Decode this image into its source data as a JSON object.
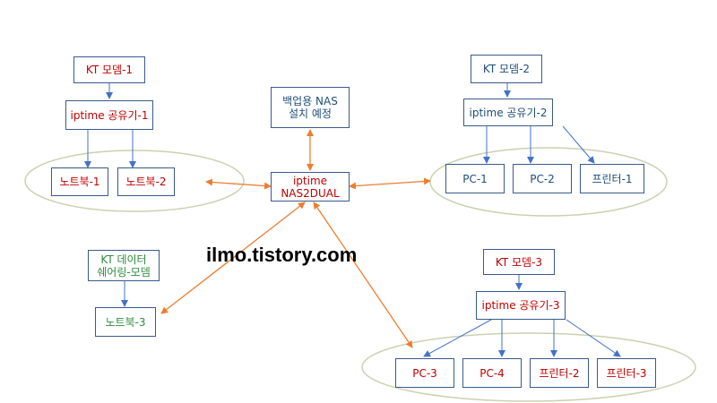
{
  "nodes": {
    "kt_modem_1": "KT 모뎀-1",
    "iptime_router_1": "iptime 공유기-1",
    "laptop_1": "노트북-1",
    "laptop_2": "노트북-2",
    "backup_nas": "백업용 NAS\n설치 예정",
    "nas": "iptime\nNAS2DUAL",
    "kt_modem_2": "KT 모뎀-2",
    "iptime_router_2": "iptime 공유기-2",
    "pc_1": "PC-1",
    "pc_2": "PC-2",
    "printer_1": "프린터-1",
    "kt_data_modem": "KT 데이터\n쉐어링-모뎀",
    "laptop_3": "노트북-3",
    "kt_modem_3": "KT 모뎀-3",
    "iptime_router_3": "iptime 공유기-3",
    "pc_3": "PC-3",
    "pc_4": "PC-4",
    "printer_2": "프린터-2",
    "printer_3": "프린터-3"
  },
  "watermark": "ilmo.tistory.com",
  "colors": {
    "node_border": "#3a5a8a",
    "text_red": "#c00000",
    "text_blue": "#1f4e79",
    "text_green": "#2e8b3e",
    "link_blue": "#4472c4",
    "link_orange": "#ed7d31",
    "group_ellipse": "#c9d2b0"
  }
}
